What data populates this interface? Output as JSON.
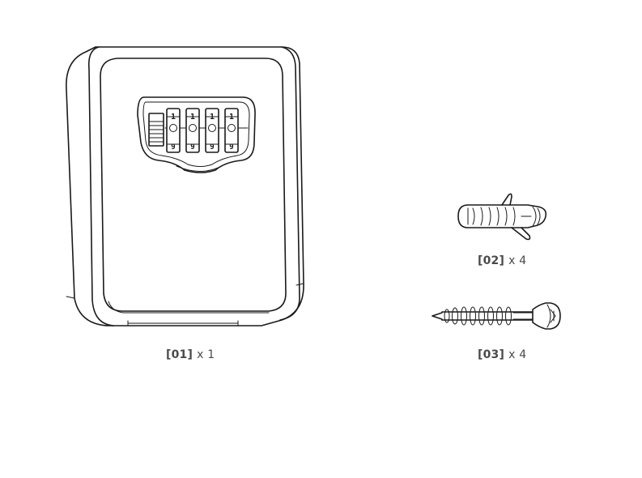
{
  "parts": [
    {
      "id": "01",
      "code": "[01]",
      "qty": "x 1",
      "icon": "key-lock-box-icon",
      "dial_digits_top": [
        "1",
        "1",
        "1",
        "1"
      ],
      "dial_digits_bottom": [
        "9",
        "9",
        "9",
        "9"
      ]
    },
    {
      "id": "02",
      "code": "[02]",
      "qty": "x 4",
      "icon": "wall-anchor-icon"
    },
    {
      "id": "03",
      "code": "[03]",
      "qty": "x 4",
      "icon": "screw-icon"
    }
  ]
}
